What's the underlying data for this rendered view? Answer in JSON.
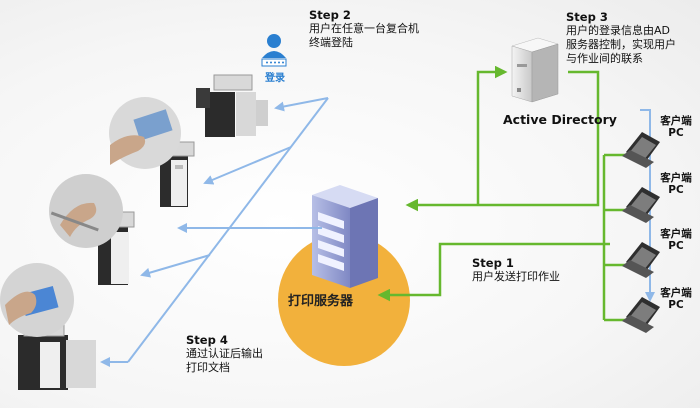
{
  "steps": [
    {
      "id": "step1",
      "title": "Step 1",
      "lines": [
        "用户发送打印作业"
      ]
    },
    {
      "id": "step2",
      "title": "Step 2",
      "lines": [
        "用户在任意一台复合机",
        "终端登陆"
      ]
    },
    {
      "id": "step3",
      "title": "Step 3",
      "lines": [
        "用户的登录信息由AD",
        "服务器控制，实现用户",
        "与作业间的联系"
      ]
    },
    {
      "id": "step4",
      "title": "Step 4",
      "lines": [
        "通过认证后输出",
        "打印文档"
      ]
    }
  ],
  "print_server_label": "打印服务器",
  "ad_label": "Active Directory",
  "login_label": "登录",
  "client_label_line1": "客户端",
  "client_label_line2": "PC",
  "colors": {
    "green_arrow": "#66b82e",
    "blue_arrow": "#8fb8e8",
    "server_circle": "#f2b13c"
  }
}
